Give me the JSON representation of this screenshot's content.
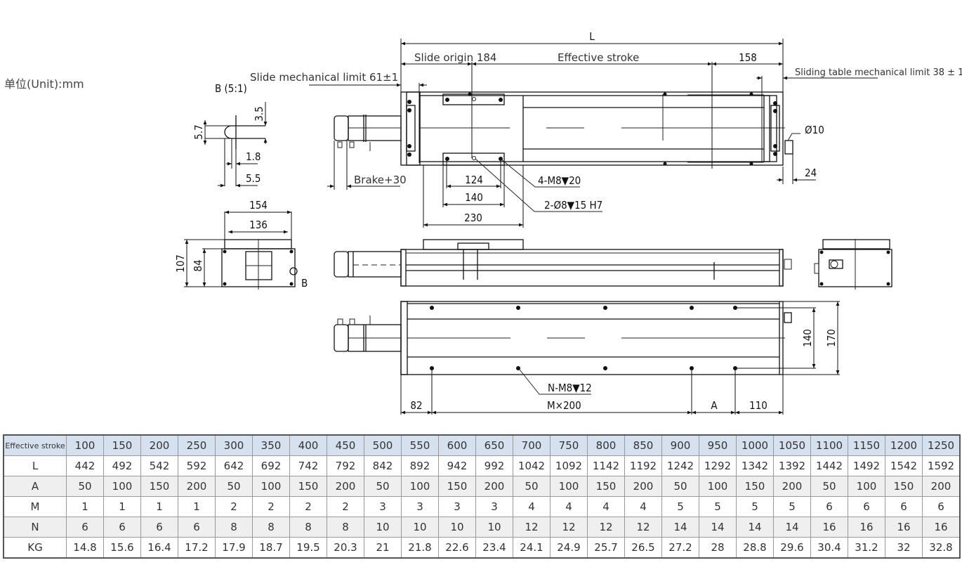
{
  "unit_label": "单位(Unit):mm",
  "drawing": {
    "top_view": {
      "dim_L": "L",
      "slide_origin": "Slide origin 184",
      "effective_stroke": "Effective stroke",
      "dim_158": "158",
      "slide_mech_limit": "Slide mechanical limit 61±1",
      "sliding_table_limit": "Sliding table mechanical limit 38 ± 1",
      "dia_10": "Ø10",
      "dim_24": "24",
      "brake": "Brake+30",
      "dim_124": "124",
      "dim_140": "140",
      "dim_230": "230",
      "callout_m8": "4-M8▼20",
      "callout_pin": "2-Ø8▼15  H7"
    },
    "detail_b": {
      "title": "B (5:1)",
      "dim_3_5": "3.5",
      "dim_5_7": "5.7",
      "dim_1_8": "1.8",
      "dim_5_5": "5.5"
    },
    "end_view": {
      "dim_154": "154",
      "dim_136": "136",
      "dim_107": "107",
      "dim_84": "84",
      "label_b": "B"
    },
    "bottom_view": {
      "callout_n": "N-M8▼12",
      "dim_82": "82",
      "dim_mx200": "M×200",
      "dim_a": "A",
      "dim_110": "110",
      "dim_140": "140",
      "dim_170": "170"
    }
  },
  "table": {
    "header_label": "Effective stroke",
    "strokes": [
      "100",
      "150",
      "200",
      "250",
      "300",
      "350",
      "400",
      "450",
      "500",
      "550",
      "600",
      "650",
      "700",
      "750",
      "800",
      "850",
      "900",
      "950",
      "1000",
      "1050",
      "1100",
      "1150",
      "1200",
      "1250"
    ],
    "rows": [
      {
        "label": "L",
        "values": [
          "442",
          "492",
          "542",
          "592",
          "642",
          "692",
          "742",
          "792",
          "842",
          "892",
          "942",
          "992",
          "1042",
          "1092",
          "1142",
          "1192",
          "1242",
          "1292",
          "1342",
          "1392",
          "1442",
          "1492",
          "1542",
          "1592"
        ]
      },
      {
        "label": "A",
        "values": [
          "50",
          "100",
          "150",
          "200",
          "50",
          "100",
          "150",
          "200",
          "50",
          "100",
          "150",
          "200",
          "50",
          "100",
          "150",
          "200",
          "50",
          "100",
          "150",
          "200",
          "50",
          "100",
          "150",
          "200"
        ]
      },
      {
        "label": "M",
        "values": [
          "1",
          "1",
          "1",
          "1",
          "2",
          "2",
          "2",
          "2",
          "3",
          "3",
          "3",
          "3",
          "4",
          "4",
          "4",
          "4",
          "5",
          "5",
          "5",
          "5",
          "6",
          "6",
          "6",
          "6"
        ]
      },
      {
        "label": "N",
        "values": [
          "6",
          "6",
          "6",
          "6",
          "8",
          "8",
          "8",
          "8",
          "10",
          "10",
          "10",
          "10",
          "12",
          "12",
          "12",
          "12",
          "14",
          "14",
          "14",
          "14",
          "16",
          "16",
          "16",
          "16"
        ]
      },
      {
        "label": "KG",
        "values": [
          "14.8",
          "15.6",
          "16.4",
          "17.2",
          "17.9",
          "18.7",
          "19.5",
          "20.3",
          "21",
          "21.8",
          "22.6",
          "23.4",
          "24.1",
          "24.9",
          "25.7",
          "26.5",
          "27.2",
          "28",
          "28.8",
          "29.6",
          "30.4",
          "31.2",
          "32",
          "32.8"
        ]
      }
    ],
    "colors": {
      "header_bg": "#d6e1ef",
      "alt_bg": "#efefef",
      "border": "#9a9a9a"
    }
  }
}
